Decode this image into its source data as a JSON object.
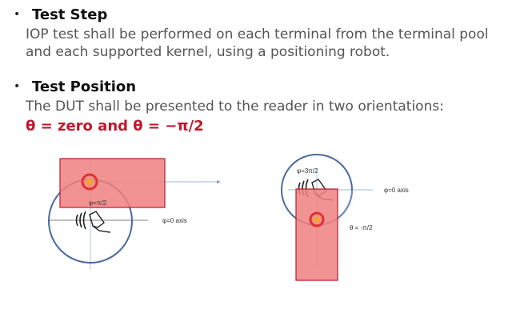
{
  "sections": [
    {
      "heading": "Test Step",
      "lines": [
        "IOP test shall be performed on each terminal from the terminal pool",
        "and each supported kernel, using a positioning robot."
      ]
    },
    {
      "heading": "Test Position",
      "lines": [
        "The DUT shall be presented to the reader in two orientations:"
      ],
      "highlight": "θ = zero and θ = −π/2"
    }
  ],
  "bullet_symbol": "•",
  "diagram_left": {
    "angle_label": "φ=π/2",
    "axis_label": "φ=0 axis"
  },
  "diagram_right": {
    "angle_label": "φ=3π/2",
    "axis_label": "φ=0 axis",
    "theta_label": "θ = -π/2"
  },
  "colors": {
    "highlight": "#c0182c",
    "card_fill": "#f08080",
    "card_stroke": "#c0182c",
    "reader_ring": "#4a6aa0"
  }
}
